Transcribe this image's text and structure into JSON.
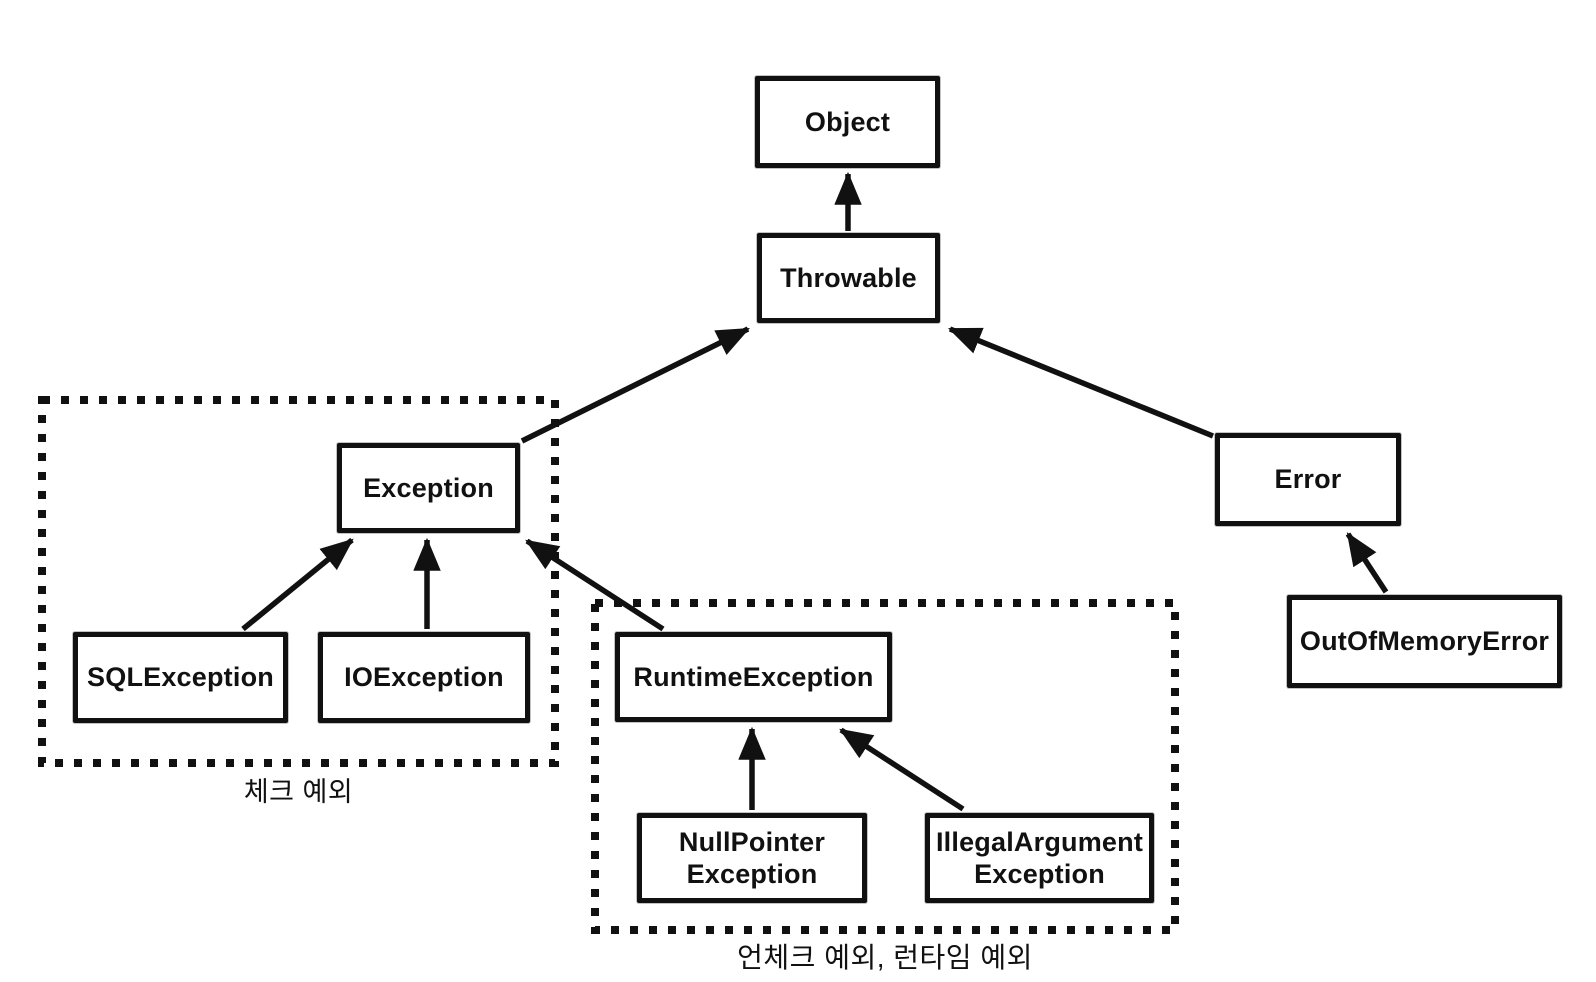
{
  "diagram": {
    "description": "Java exception class hierarchy",
    "nodes": {
      "object": {
        "label": "Object"
      },
      "throwable": {
        "label": "Throwable"
      },
      "exception": {
        "label": "Exception"
      },
      "error": {
        "label": "Error"
      },
      "sql_exception": {
        "label": "SQLException"
      },
      "io_exception": {
        "label": "IOException"
      },
      "runtime_exception": {
        "label": "RuntimeException"
      },
      "null_pointer_exception": {
        "label": "NullPointer\nException"
      },
      "illegal_argument_exception": {
        "label": "IllegalArgument\nException"
      },
      "out_of_memory_error": {
        "label": "OutOfMemoryError"
      }
    },
    "groups": {
      "checked": {
        "label": "체크 예외"
      },
      "unchecked": {
        "label": "언체크 예외, 런타임 예외"
      }
    },
    "edges": [
      {
        "from": "Throwable",
        "to": "Object"
      },
      {
        "from": "Exception",
        "to": "Throwable"
      },
      {
        "from": "Error",
        "to": "Throwable"
      },
      {
        "from": "SQLException",
        "to": "Exception"
      },
      {
        "from": "IOException",
        "to": "Exception"
      },
      {
        "from": "RuntimeException",
        "to": "Exception"
      },
      {
        "from": "NullPointerException",
        "to": "RuntimeException"
      },
      {
        "from": "IllegalArgumentException",
        "to": "RuntimeException"
      },
      {
        "from": "OutOfMemoryError",
        "to": "Error"
      }
    ]
  },
  "colors": {
    "background": "#ffffff",
    "line": "#111111",
    "text": "#111111"
  }
}
